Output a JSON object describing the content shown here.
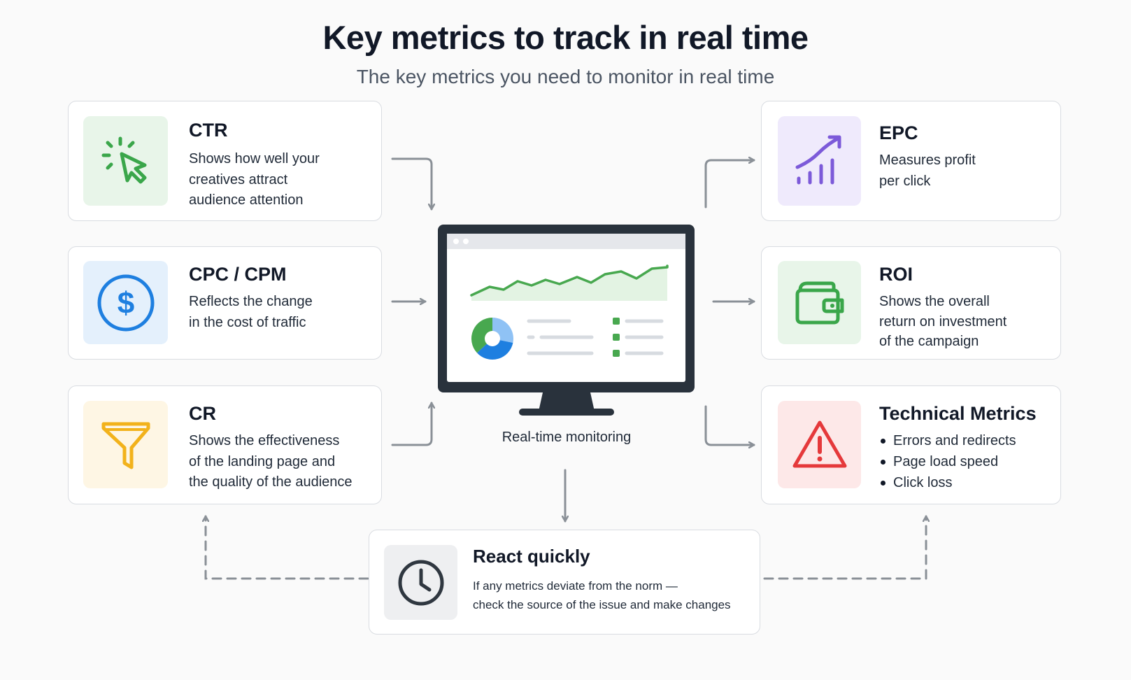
{
  "header": {
    "title": "Key metrics to track in real time",
    "subtitle": "The key metrics you need to monitor in real time"
  },
  "cards": {
    "ctr": {
      "title": "CTR",
      "desc": [
        "Shows how well your",
        "creatives attract",
        "audience attention"
      ],
      "icon": "cursor-click-icon",
      "color": "#3aa64a"
    },
    "cpc": {
      "title": "CPC / CPM",
      "desc": [
        "Reflects the change",
        "in the cost of traffic"
      ],
      "icon": "dollar-circle-icon",
      "color": "#1e7fe0"
    },
    "cr": {
      "title": "CR",
      "desc": [
        "Shows the effectiveness",
        "of the landing page and",
        "the quality of the audience"
      ],
      "icon": "funnel-icon",
      "color": "#f2b21b"
    },
    "epc": {
      "title": "EPC",
      "desc": [
        "Measures profit",
        "per click"
      ],
      "icon": "growth-chart-icon",
      "color": "#7c5ad9"
    },
    "roi": {
      "title": "ROI",
      "desc": [
        "Shows the overall",
        "return on investment",
        "of the campaign"
      ],
      "icon": "wallet-icon",
      "color": "#3aa64a"
    },
    "tech": {
      "title": "Technical Metrics",
      "bullets": [
        "Errors and redirects",
        "Page load speed",
        "Click loss"
      ],
      "icon": "warning-triangle-icon",
      "color": "#e5393b"
    },
    "react": {
      "title": "React quickly",
      "desc": [
        "If any metrics deviate from the norm —",
        "check the source of the issue and make changes"
      ],
      "icon": "clock-icon",
      "color": "#2f3740"
    }
  },
  "monitor": {
    "label": "Real-time monitoring",
    "icon": "monitor-dashboard-icon",
    "line_color": "#48a84f",
    "donut_colors": [
      "#48a84f",
      "#1e7fe0",
      "#8fc2f5"
    ]
  }
}
